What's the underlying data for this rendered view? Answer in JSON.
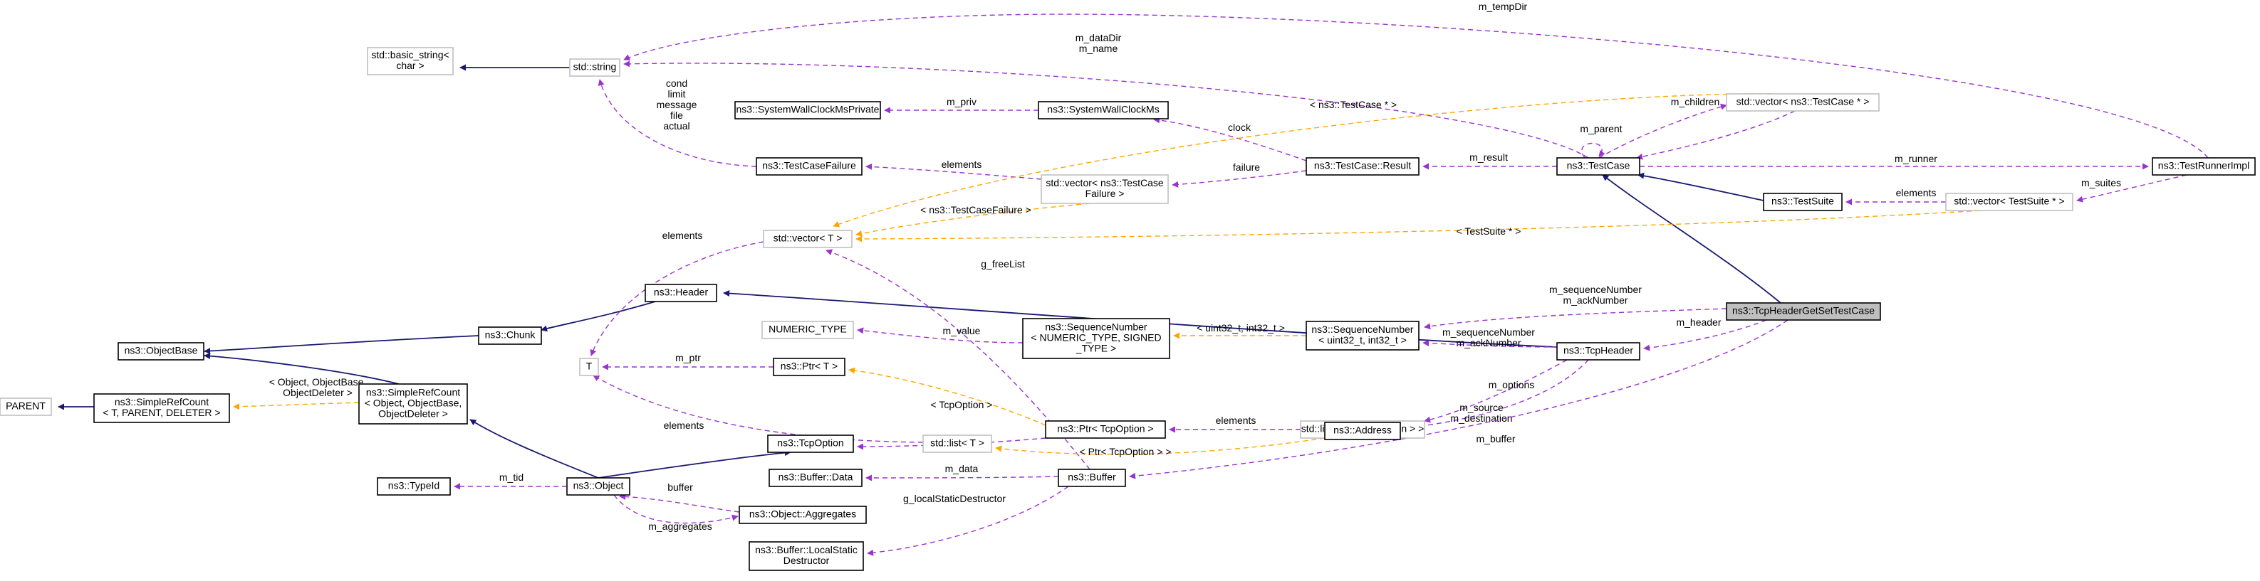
{
  "colors": {
    "inheritance": "#191970",
    "usage": "#9a32cd",
    "template": "#ffa500",
    "focus_fill": "#bfbfbf",
    "undocumented_border": "#bfbfbf"
  },
  "nodes": {
    "basic_string": [
      "std::basic_string<",
      "char >"
    ],
    "std_string": [
      "std::string"
    ],
    "swc_private": [
      "ns3::SystemWallClockMsPrivate"
    ],
    "swc": [
      "ns3::SystemWallClockMs"
    ],
    "tc_failure": [
      "ns3::TestCaseFailure"
    ],
    "vec_tcf": [
      "std::vector< ns3::TestCase",
      "Failure >"
    ],
    "tc_result": [
      "ns3::TestCase::Result"
    ],
    "test_case": [
      "ns3::TestCase"
    ],
    "vec_tc": [
      "std::vector< ns3::TestCase * >"
    ],
    "runner": [
      "ns3::TestRunnerImpl"
    ],
    "test_suite": [
      "ns3::TestSuite"
    ],
    "vec_ts": [
      "std::vector< TestSuite * >"
    ],
    "vec_t": [
      "std::vector< T >"
    ],
    "header": [
      "ns3::Header"
    ],
    "chunk": [
      "ns3::Chunk"
    ],
    "object_base": [
      "ns3::ObjectBase"
    ],
    "parent": [
      "PARENT"
    ],
    "srefc_tpl": [
      "ns3::SimpleRefCount",
      "< T, PARENT, DELETER >"
    ],
    "srefc": [
      "ns3::SimpleRefCount",
      "< Object, ObjectBase,",
      "ObjectDeleter >"
    ],
    "t": [
      "T"
    ],
    "numeric": [
      "NUMERIC_TYPE"
    ],
    "ptr_t": [
      "ns3::Ptr< T >"
    ],
    "seq_tpl": [
      "ns3::SequenceNumber",
      "< NUMERIC_TYPE, SIGNED",
      "_TYPE >"
    ],
    "seq": [
      "ns3::SequenceNumber",
      "< uint32_t, int32_t >"
    ],
    "tcp_header": [
      "ns3::TcpHeader"
    ],
    "focus": [
      "ns3::TcpHeaderGetSetTestCase"
    ],
    "tcp_option": [
      "ns3::TcpOption"
    ],
    "ptr_opt": [
      "ns3::Ptr< TcpOption >"
    ],
    "list_ptr": [
      "std::list< Ptr< TcpOption > >"
    ],
    "list_t": [
      "std::list< T >"
    ],
    "address": [
      "ns3::Address"
    ],
    "type_id": [
      "ns3::TypeId"
    ],
    "object": [
      "ns3::Object"
    ],
    "buffer_data": [
      "ns3::Buffer::Data"
    ],
    "buffer": [
      "ns3::Buffer"
    ],
    "aggregates": [
      "ns3::Object::Aggregates"
    ],
    "lsd": [
      "ns3::Buffer::LocalStatic",
      "Destructor"
    ]
  },
  "edge_labels": {
    "temp_dir": [
      "m_tempDir"
    ],
    "data_dir": [
      "m_dataDir",
      "m_name"
    ],
    "string_members": [
      "cond",
      "limit",
      "message",
      "file",
      "actual"
    ],
    "m_priv": [
      "m_priv"
    ],
    "clock": [
      "clock"
    ],
    "tmpl_testcase": [
      "< ns3::TestCase * >"
    ],
    "m_children": [
      "m_children"
    ],
    "m_parent": [
      "m_parent"
    ],
    "elements_vec_tc": [
      "elements"
    ],
    "failure": [
      "failure"
    ],
    "elements_tcf": [
      "elements"
    ],
    "m_result": [
      "m_result"
    ],
    "m_runner": [
      "m_runner"
    ],
    "tmpl_tcf": [
      "< ns3::TestCaseFailure >"
    ],
    "elements_ts": [
      "elements"
    ],
    "m_suites": [
      "m_suites"
    ],
    "tmpl_ts": [
      "< TestSuite * >"
    ],
    "elements_vec_t": [
      "elements"
    ],
    "g_free_list": [
      "g_freeList"
    ],
    "m_seq_focus": [
      "m_sequenceNumber",
      "m_ackNumber"
    ],
    "m_header": [
      "m_header"
    ],
    "m_seq_hdr": [
      "m_sequenceNumber",
      "m_ackNumber"
    ],
    "m_value": [
      "m_value"
    ],
    "tmpl_seq": [
      "< uint32_t, int32_t >"
    ],
    "tmpl_srefc": [
      "< Object, ObjectBase,",
      "ObjectDeleter >"
    ],
    "m_ptr_t": [
      "m_ptr"
    ],
    "tmpl_tcpopt": [
      "< TcpOption >"
    ],
    "m_options": [
      "m_options"
    ],
    "elements_list": [
      "elements"
    ],
    "m_ptr_opt": [
      "m_ptr"
    ],
    "tmpl_ptropt": [
      "< Ptr< TcpOption > >"
    ],
    "elements_list_t": [
      "elements"
    ],
    "m_source": [
      "m_source",
      "m_destination"
    ],
    "m_buffer": [
      "m_buffer"
    ],
    "m_tid": [
      "m_tid"
    ],
    "m_data": [
      "m_data"
    ],
    "buffer_lbl": [
      "buffer"
    ],
    "m_aggregates": [
      "m_aggregates"
    ],
    "g_lsd": [
      "g_localStaticDestructor"
    ]
  }
}
